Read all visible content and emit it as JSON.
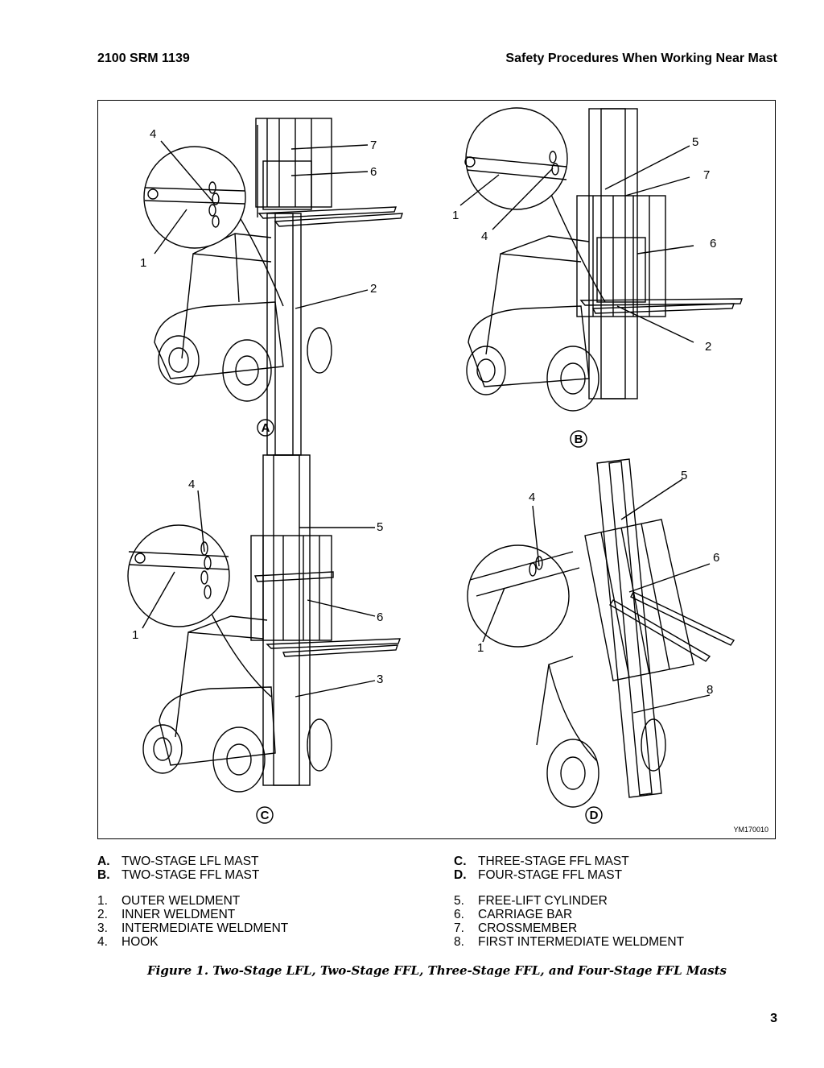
{
  "header": {
    "left": "2100 SRM 1139",
    "right": "Safety Procedures When Working Near Mast"
  },
  "figure": {
    "image_code": "YM170010",
    "panels": {
      "a": {
        "letter": "A",
        "callouts": [
          "4",
          "7",
          "6",
          "1",
          "2"
        ]
      },
      "b": {
        "letter": "B",
        "callouts": [
          "5",
          "7",
          "1",
          "4",
          "6",
          "2"
        ]
      },
      "c": {
        "letter": "C",
        "callouts": [
          "4",
          "5",
          "6",
          "1",
          "3"
        ]
      },
      "d": {
        "letter": "D",
        "callouts": [
          "5",
          "4",
          "6",
          "1",
          "8"
        ]
      }
    }
  },
  "legend": {
    "masts": [
      {
        "key": "A.",
        "text": "TWO-STAGE LFL MAST"
      },
      {
        "key": "B.",
        "text": "TWO-STAGE FFL MAST"
      },
      {
        "key": "C.",
        "text": "THREE-STAGE FFL MAST"
      },
      {
        "key": "D.",
        "text": "FOUR-STAGE FFL MAST"
      }
    ],
    "parts": [
      {
        "key": "1.",
        "text": "OUTER WELDMENT"
      },
      {
        "key": "2.",
        "text": "INNER WELDMENT"
      },
      {
        "key": "3.",
        "text": "INTERMEDIATE WELDMENT"
      },
      {
        "key": "4.",
        "text": "HOOK"
      },
      {
        "key": "5.",
        "text": "FREE-LIFT CYLINDER"
      },
      {
        "key": "6.",
        "text": "CARRIAGE BAR"
      },
      {
        "key": "7.",
        "text": "CROSSMEMBER"
      },
      {
        "key": "8.",
        "text": "FIRST INTERMEDIATE WELDMENT"
      }
    ]
  },
  "caption": "Figure 1. Two-Stage LFL, Two-Stage FFL, Three-Stage FFL, and Four-Stage FFL Masts",
  "page_number": "3"
}
